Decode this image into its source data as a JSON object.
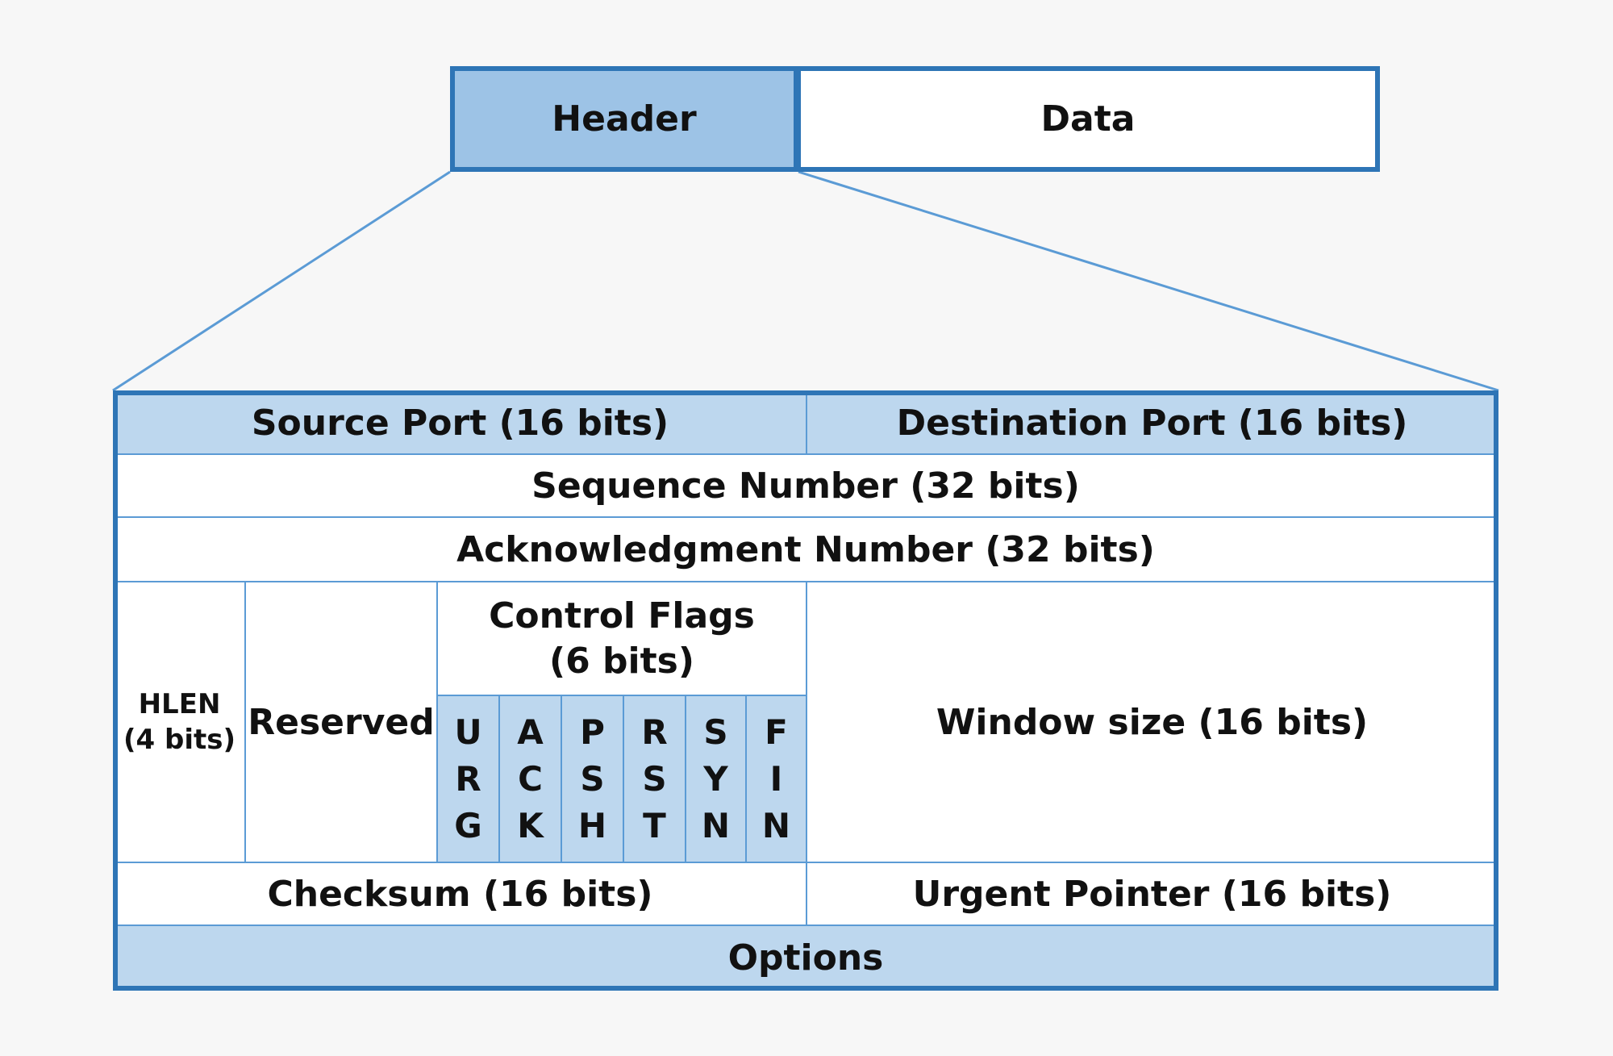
{
  "segment": {
    "header": "Header",
    "data": "Data"
  },
  "tcp_header": {
    "source_port": "Source Port (16 bits)",
    "destination_port": "Destination Port (16 bits)",
    "sequence_number": "Sequence Number (32 bits)",
    "acknowledgment_number": "Acknowledgment Number (32 bits)",
    "hlen_line1": "HLEN",
    "hlen_line2": "(4 bits)",
    "reserved": "Reserved",
    "control_flags_line1": "Control Flags",
    "control_flags_line2": "(6 bits)",
    "flags": [
      {
        "l1": "U",
        "l2": "R",
        "l3": "G"
      },
      {
        "l1": "A",
        "l2": "C",
        "l3": "K"
      },
      {
        "l1": "P",
        "l2": "S",
        "l3": "H"
      },
      {
        "l1": "R",
        "l2": "S",
        "l3": "T"
      },
      {
        "l1": "S",
        "l2": "Y",
        "l3": "N"
      },
      {
        "l1": "F",
        "l2": "I",
        "l3": "N"
      }
    ],
    "window_size": "Window size (16 bits)",
    "checksum": "Checksum (16 bits)",
    "urgent_pointer": "Urgent Pointer (16 bits)",
    "options": "Options"
  },
  "colors": {
    "border": "#2e75b6",
    "header_fill": "#9dc3e6",
    "row_fill": "#bdd7ee",
    "background": "#f7f7f7"
  }
}
